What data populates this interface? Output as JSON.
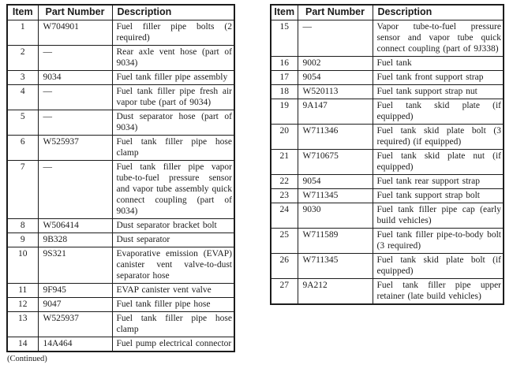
{
  "page": {
    "continued_label": "(Continued)"
  },
  "colors": {
    "text": "#1c1c1c",
    "border": "#1c1c1c",
    "background": "#ffffff"
  },
  "tables": [
    {
      "name": "parts-table-items-1-14",
      "headers": [
        "Item",
        "Part Number",
        "Description"
      ],
      "rows": [
        [
          "1",
          "W704901",
          "Fuel filler pipe bolts (2 required)"
        ],
        [
          "2",
          "—",
          "Rear axle vent hose (part of 9034)"
        ],
        [
          "3",
          "9034",
          "Fuel tank filler pipe assembly"
        ],
        [
          "4",
          "—",
          "Fuel tank filler pipe fresh air vapor tube (part of 9034)"
        ],
        [
          "5",
          "—",
          "Dust separator hose (part of 9034)"
        ],
        [
          "6",
          "W525937",
          "Fuel tank filler pipe hose clamp"
        ],
        [
          "7",
          "—",
          "Fuel tank filler pipe vapor tube-to-fuel pressure sensor and vapor tube assembly quick connect coupling (part of 9034)"
        ],
        [
          "8",
          "W506414",
          "Dust separator bracket bolt"
        ],
        [
          "9",
          "9B328",
          "Dust separator"
        ],
        [
          "10",
          "9S321",
          "Evaporative emission (EVAP) canister vent valve-to-dust separator hose"
        ],
        [
          "11",
          "9F945",
          "EVAP canister vent valve"
        ],
        [
          "12",
          "9047",
          "Fuel tank filler pipe hose"
        ],
        [
          "13",
          "W525937",
          "Fuel tank filler pipe hose clamp"
        ],
        [
          "14",
          "14A464",
          "Fuel pump electrical connector"
        ]
      ]
    },
    {
      "name": "parts-table-items-15-27",
      "headers": [
        "Item",
        "Part Number",
        "Description"
      ],
      "rows": [
        [
          "15",
          "—",
          "Vapor tube-to-fuel pressure sensor and vapor tube quick connect coupling (part of 9J338)"
        ],
        [
          "16",
          "9002",
          "Fuel tank"
        ],
        [
          "17",
          "9054",
          "Fuel tank front support strap"
        ],
        [
          "18",
          "W520113",
          "Fuel tank support strap nut"
        ],
        [
          "19",
          "9A147",
          "Fuel tank skid plate (if equipped)"
        ],
        [
          "20",
          "W711346",
          "Fuel tank skid plate bolt (3 required) (if equipped)"
        ],
        [
          "21",
          "W710675",
          "Fuel tank skid plate nut (if equipped)"
        ],
        [
          "22",
          "9054",
          "Fuel tank rear support strap"
        ],
        [
          "23",
          "W711345",
          "Fuel tank support strap bolt"
        ],
        [
          "24",
          "9030",
          "Fuel tank filler pipe cap (early build vehicles)"
        ],
        [
          "25",
          "W711589",
          "Fuel tank filler pipe-to-body bolt (3 required)"
        ],
        [
          "26",
          "W711345",
          "Fuel tank skid plate bolt (if equipped)"
        ],
        [
          "27",
          "9A212",
          "Fuel tank filler pipe upper retainer (late build vehicles)"
        ]
      ]
    }
  ]
}
